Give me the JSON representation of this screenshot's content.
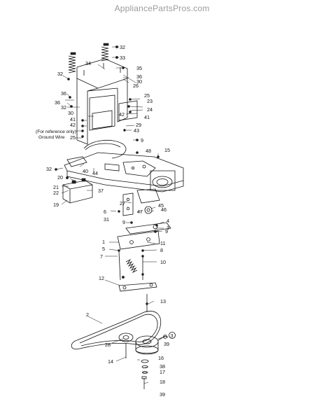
{
  "watermark": "AppliancePartsPros.com",
  "note_lines": [
    "(For reference only)",
    "Ground Wire"
  ],
  "callouts": {
    "c32a": "32",
    "c33": "33",
    "c35": "35",
    "c34": "34",
    "c36a": "36",
    "c30a": "30",
    "c26": "26",
    "c32b": "32",
    "c36b": "36",
    "c36c": "36",
    "c32c": "32",
    "c30b": "30",
    "c25a": "25",
    "c23": "23",
    "c24": "24",
    "c42a": "42",
    "c41a": "41",
    "c29": "29",
    "c41b": "41",
    "c43": "43",
    "c42b": "42",
    "c25b": "25",
    "c9a": "9",
    "c48": "48",
    "c15": "15",
    "c32d": "32",
    "c40": "40",
    "c44": "44",
    "c20": "20",
    "c21": "21",
    "c22": "22",
    "c37": "37",
    "c19": "19",
    "c27": "27",
    "c6": "6",
    "c47": "47",
    "c45": "45",
    "c46": "46",
    "c31": "31",
    "c9b": "9",
    "c4": "4",
    "c3": "3",
    "c9c": "9",
    "c1": "1",
    "c11": "11",
    "c5": "5",
    "c8": "8",
    "c7": "7",
    "c10": "10",
    "c12": "12",
    "c13": "13",
    "c2": "2",
    "c3b": "3",
    "c39a": "39",
    "c28": "28",
    "c16": "16",
    "c14": "14",
    "c38": "38",
    "c17": "17",
    "c18": "18",
    "c39b": "39"
  }
}
